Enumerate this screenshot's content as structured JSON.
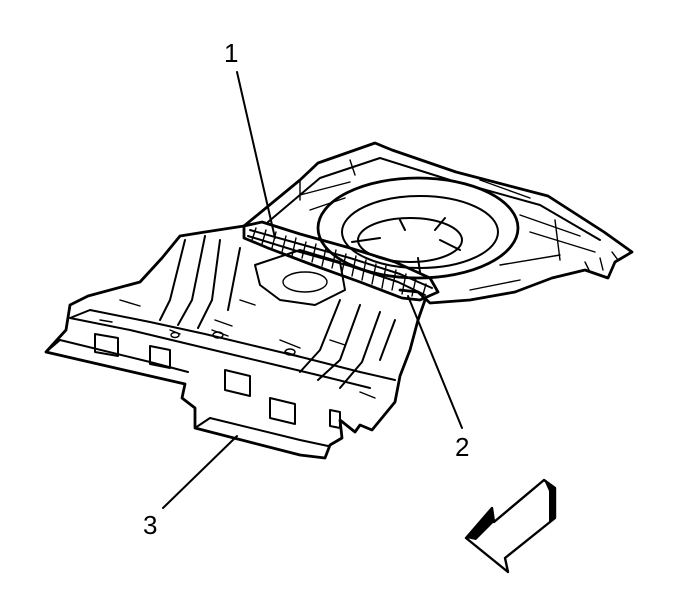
{
  "callouts": [
    {
      "id": "1",
      "text": "1"
    },
    {
      "id": "2",
      "text": "2"
    },
    {
      "id": "3",
      "text": "3"
    }
  ],
  "icons": {
    "front_arrow": "direction-arrow-icon"
  },
  "colors": {
    "ink": "#000000",
    "background": "#ffffff",
    "shade": "#bdbdbd"
  }
}
